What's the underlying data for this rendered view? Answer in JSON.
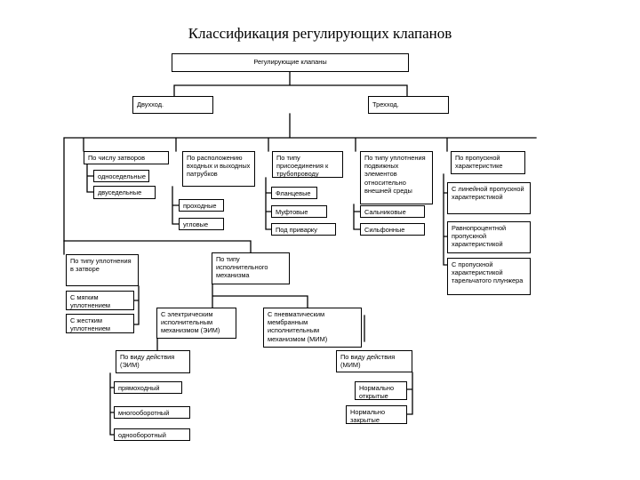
{
  "title": "Классификация регулирующих клапанов",
  "nodes": {
    "root": "Регулирующие клапаны",
    "two_way": "Двухход.",
    "three_way": "Трехход.",
    "by_seats": "По числу затворов",
    "single_seat": "односедельные",
    "double_seat": "двуседельные",
    "by_ports": "По расположению входных и выходных патрубков",
    "straight": "проходные",
    "angle": "угловые",
    "by_connection": "По типу присоединения к трубопроводу",
    "flanged": "Фланцевые",
    "coupling": "Муфтовые",
    "welded": "Под приварку",
    "by_seal": "По типу уплотнения подвижных элементов относительно внешней среды",
    "gland": "Сальниковые",
    "bellows": "Сильфонные",
    "by_flow": "По пропускной характеристике",
    "linear": "С линейной пропускной характеристикой",
    "equal_pct": "Равнопроцентной пропускной характеристикой",
    "poppet": "С пропускной характеристикой тарельчатого плунжера",
    "by_gate_seal": "По типу уплотнения в затворе",
    "soft_seal": "С мягким уплотнением",
    "hard_seal": "С жестким уплотнением",
    "by_actuator": "По типу исполнительного механизма",
    "electric": "С электрическим исполнительным механизмом (ЭИМ)",
    "pneumatic": "С пневматическим мембранным исполнительным механизмом (МИМ)",
    "eim_action": "По виду действия (ЭИМ)",
    "direct": "прямоходный",
    "multiturn": "многооборотный",
    "singleturn": "однооборотный",
    "mim_action": "По виду действия (МИМ)",
    "normally_open": "Нормально открытые",
    "normally_closed": "Нормально закрытые"
  }
}
